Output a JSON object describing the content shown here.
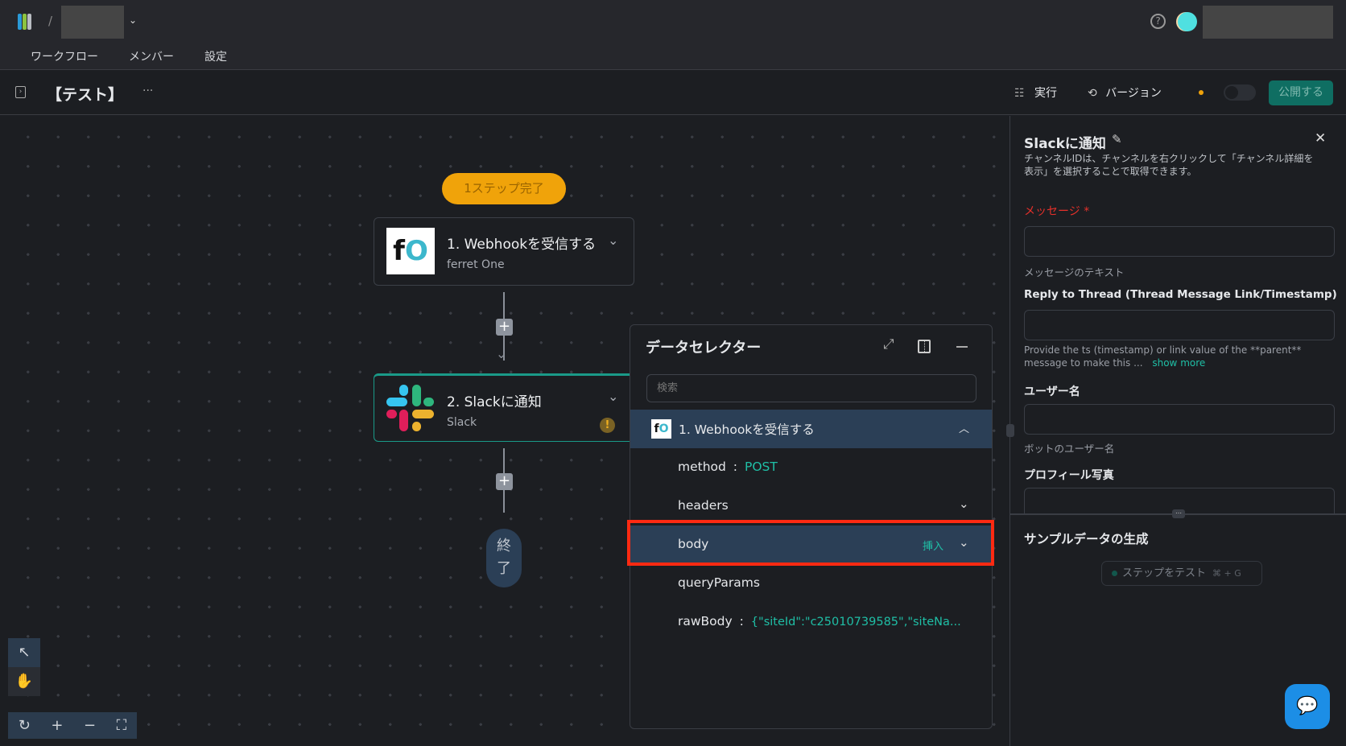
{
  "header": {
    "tabs": [
      "ワークフロー",
      "メンバー",
      "設定"
    ],
    "separator": "/"
  },
  "subheader": {
    "workflow_name": "【テスト】",
    "more": "···",
    "run_label": "実行",
    "version_label": "バージョン",
    "publish_label": "公開する"
  },
  "canvas": {
    "status_badge": "1ステップ完了",
    "nodes": [
      {
        "title": "1. Webhookを受信する",
        "app": "ferret One",
        "logo": "fO"
      },
      {
        "title": "2. Slackに通知",
        "app": "Slack"
      }
    ],
    "end_label_1": "終",
    "end_label_2": "了"
  },
  "data_selector": {
    "title": "データセレクター",
    "search_placeholder": "検索",
    "group": "1. Webhookを受信する",
    "rows": [
      {
        "key": "method",
        "value": "POST"
      },
      {
        "key": "headers"
      },
      {
        "key": "body",
        "action": "挿入"
      },
      {
        "key": "queryParams"
      },
      {
        "key": "rawBody",
        "value": "{\"siteId\":\"c25010739585\",\"siteNa..."
      }
    ],
    "colon": ":"
  },
  "panel": {
    "title": "Slackに通知",
    "channel_hint": "チャンネルIDは、チャンネルを右クリックして「チャンネル詳細を表示」を選択することで取得できます。",
    "message_label": "メッセージ",
    "required": "*",
    "message_hint": "メッセージのテキスト",
    "thread_label": "Reply to Thread (Thread Message Link/Timestamp)",
    "thread_hint": "Provide the ts (timestamp) or link value of the **parent** message to make this ...",
    "show_more": "show more",
    "username_label": "ユーザー名",
    "username_hint": "ボットのユーザー名",
    "profile_label": "プロフィール写真",
    "sample_title": "サンプルデータの生成",
    "test_button": "ステップをテスト",
    "shortcut": "⌘ + G"
  },
  "colors": {
    "accent": "#1fbfa6",
    "publish": "#0f6e62",
    "badge": "#f0a30a",
    "highlight": "#2b3f56",
    "red": "#ff2a12"
  }
}
